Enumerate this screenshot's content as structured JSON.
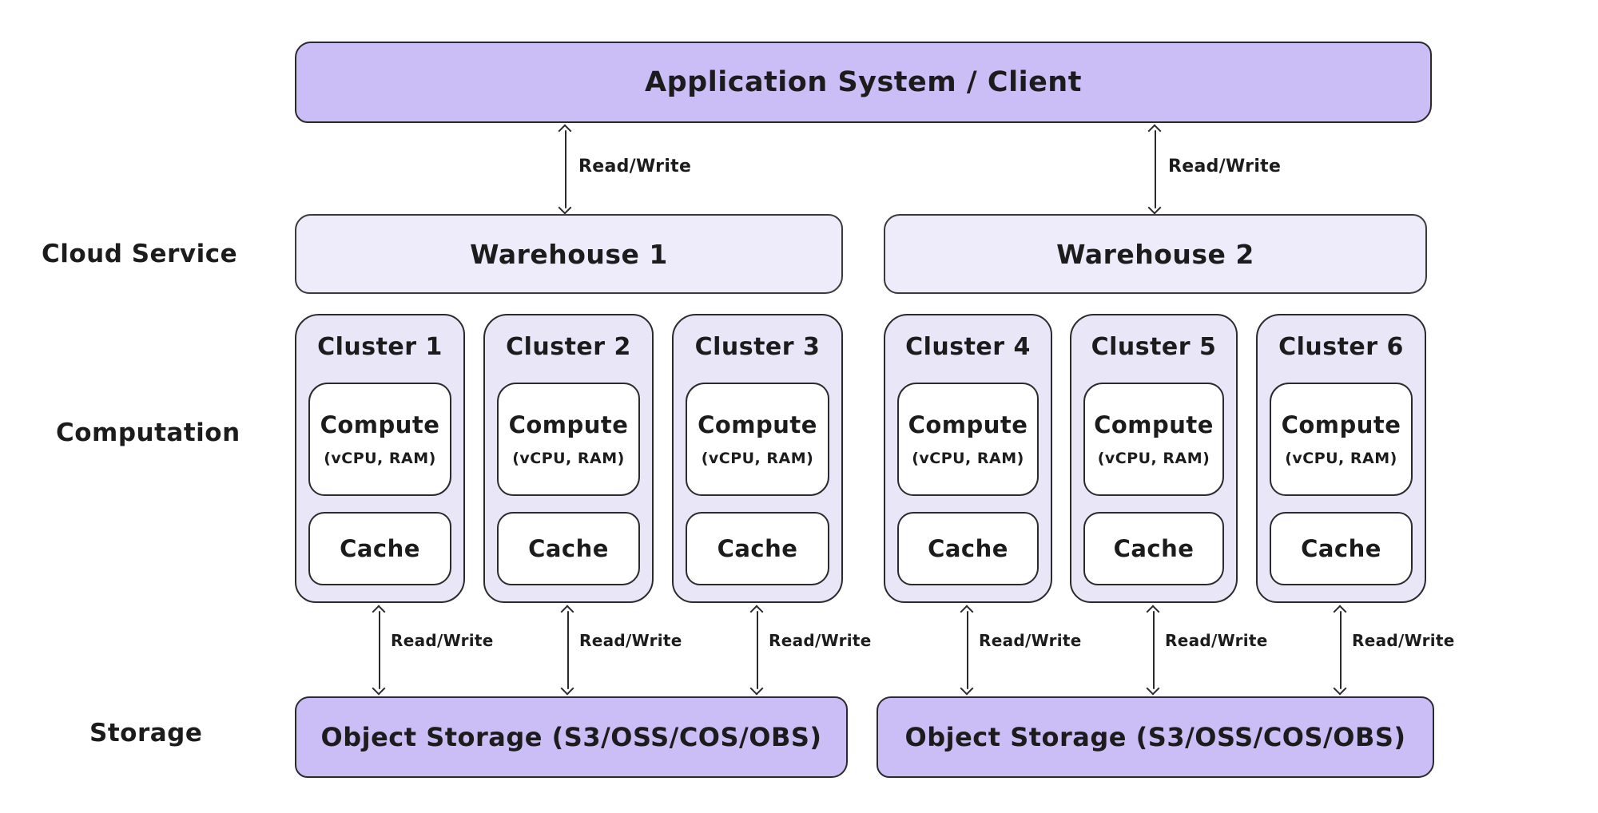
{
  "colors": {
    "purple_fill": "#cbbdf6",
    "light_fill": "#eeecfb",
    "cluster_fill": "#e9e6f8",
    "stroke": "#2b2b2b",
    "text": "#1c1c1c",
    "background": "#ffffff"
  },
  "row_labels": {
    "cloud_service": "Cloud Service",
    "computation": "Computation",
    "storage": "Storage"
  },
  "client_box": {
    "label": "Application System / Client"
  },
  "warehouse_links": [
    {
      "label": "Read/Write"
    },
    {
      "label": "Read/Write"
    }
  ],
  "warehouses": [
    {
      "label": "Warehouse 1"
    },
    {
      "label": "Warehouse 2"
    }
  ],
  "clusters": [
    {
      "title": "Cluster 1",
      "compute_label": "Compute",
      "compute_spec": "(vCPU, RAM)",
      "cache_label": "Cache",
      "link_label": "Read/Write"
    },
    {
      "title": "Cluster 2",
      "compute_label": "Compute",
      "compute_spec": "(vCPU, RAM)",
      "cache_label": "Cache",
      "link_label": "Read/Write"
    },
    {
      "title": "Cluster 3",
      "compute_label": "Compute",
      "compute_spec": "(vCPU, RAM)",
      "cache_label": "Cache",
      "link_label": "Read/Write"
    },
    {
      "title": "Cluster 4",
      "compute_label": "Compute",
      "compute_spec": "(vCPU, RAM)",
      "cache_label": "Cache",
      "link_label": "Read/Write"
    },
    {
      "title": "Cluster 5",
      "compute_label": "Compute",
      "compute_spec": "(vCPU, RAM)",
      "cache_label": "Cache",
      "link_label": "Read/Write"
    },
    {
      "title": "Cluster 6",
      "compute_label": "Compute",
      "compute_spec": "(vCPU, RAM)",
      "cache_label": "Cache",
      "link_label": "Read/Write"
    }
  ],
  "storage_boxes": [
    {
      "label": "Object Storage (S3/OSS/COS/OBS)"
    },
    {
      "label": "Object Storage (S3/OSS/COS/OBS)"
    }
  ]
}
